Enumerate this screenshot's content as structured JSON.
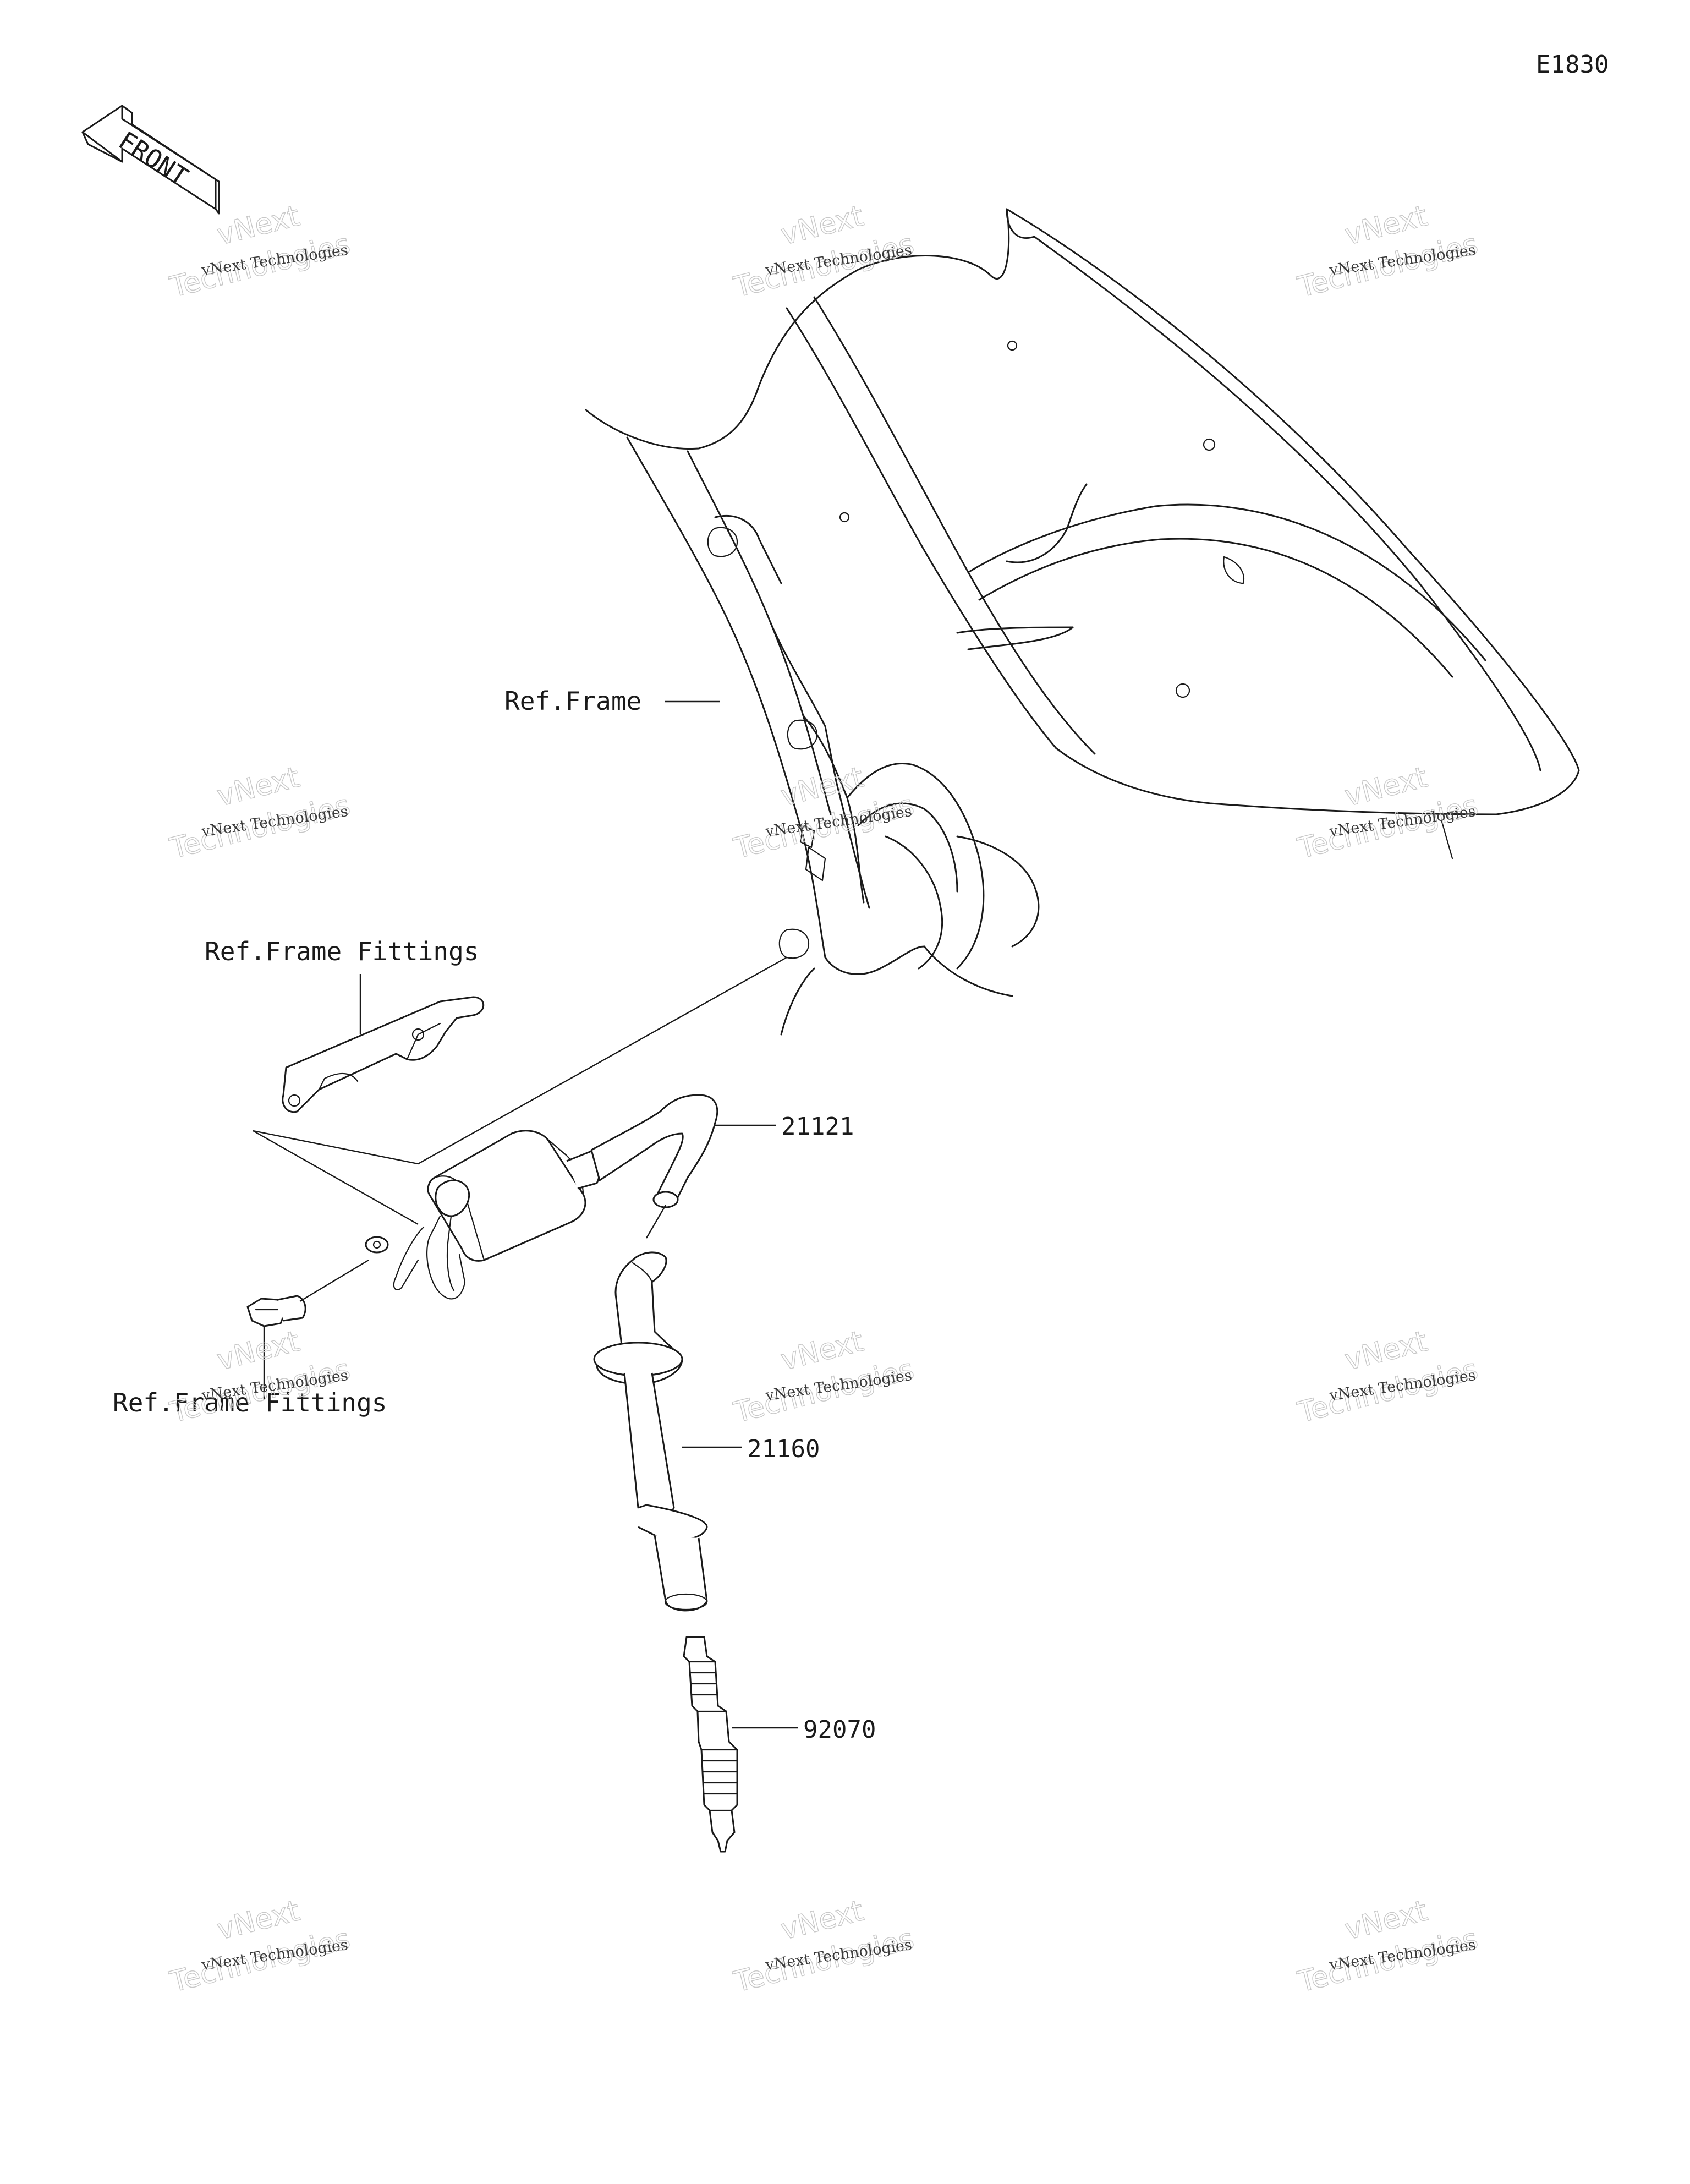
{
  "diagram": {
    "code": "E1830",
    "front_label": "FRONT",
    "callouts": {
      "ref_frame": "Ref.Frame",
      "ref_frame_fittings_top": "Ref.Frame Fittings",
      "ref_frame_fittings_bottom": "Ref.Frame Fittings",
      "part_21121": "21121",
      "part_21160": "21160",
      "part_92070": "92070"
    },
    "watermark": {
      "small": "vNext Technologies",
      "big_line1": "vNext",
      "big_line2": "Technologies"
    }
  }
}
